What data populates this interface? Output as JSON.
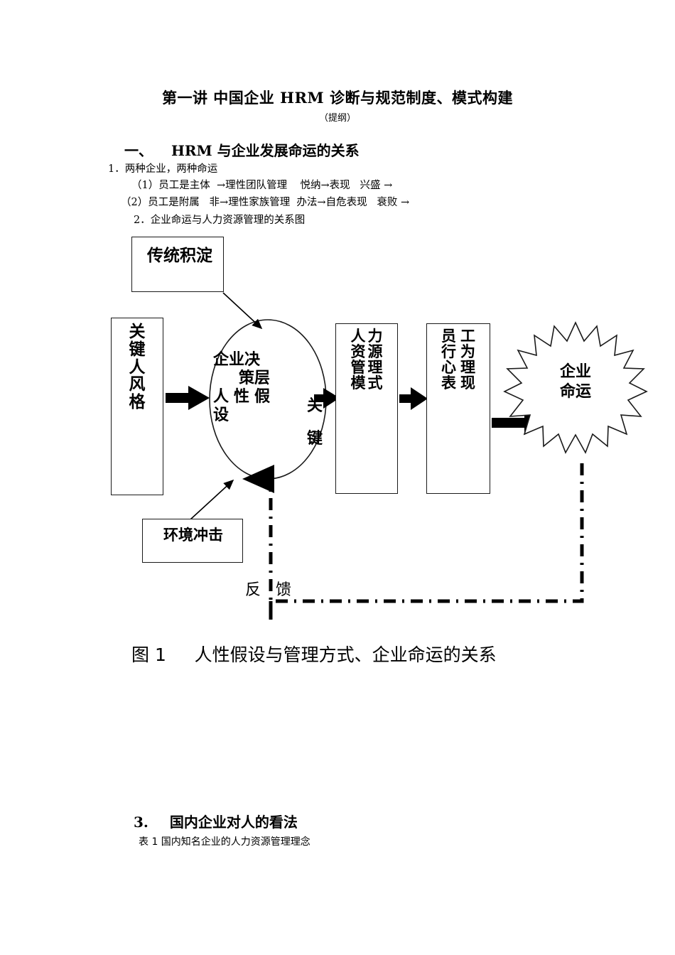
{
  "document": {
    "title": "第一讲   中国企业 HRM 诊断与规范制度、模式构建",
    "subtitle": "（提纲）"
  },
  "section_one": {
    "number": "一、",
    "heading": "HRM 与企业发展命运的关系",
    "items": [
      "1．两种企业，两种命运",
      "（1）员工是主体  →理性团队管理    悦纳→表现   兴盛 →",
      "（2）员工是附属   非→理性家族管理  办法→自危表现   衰败 →",
      "2．企业命运与人力资源管理的关系图"
    ]
  },
  "figure": {
    "caption": "图 1     人性假设与管理方式、企业命运的关系",
    "boxes": {
      "tradition": "传统积淀",
      "key_person": "关键人风格",
      "hrm_model_col1": "人资管模",
      "hrm_model_col2": "力源理式",
      "employee_col1": "员行心表",
      "employee_col2": "工为理现",
      "environment": "环境冲击"
    },
    "ellipse": {
      "line1": "企业决",
      "line2": "策层",
      "line3": "人性假",
      "line4": "设"
    },
    "edge_label_key": "关键",
    "star": {
      "line1": "企业",
      "line2": "命运"
    },
    "feedback_label": "反   馈"
  },
  "section_three": {
    "number": "3.",
    "heading": "国内企业对人的看法",
    "table_caption": "表 1 国内知名企业的人力资源管理理念"
  },
  "colors": {
    "ink": "#000000",
    "stroke": "#1a1a1a",
    "page": "#ffffff"
  }
}
